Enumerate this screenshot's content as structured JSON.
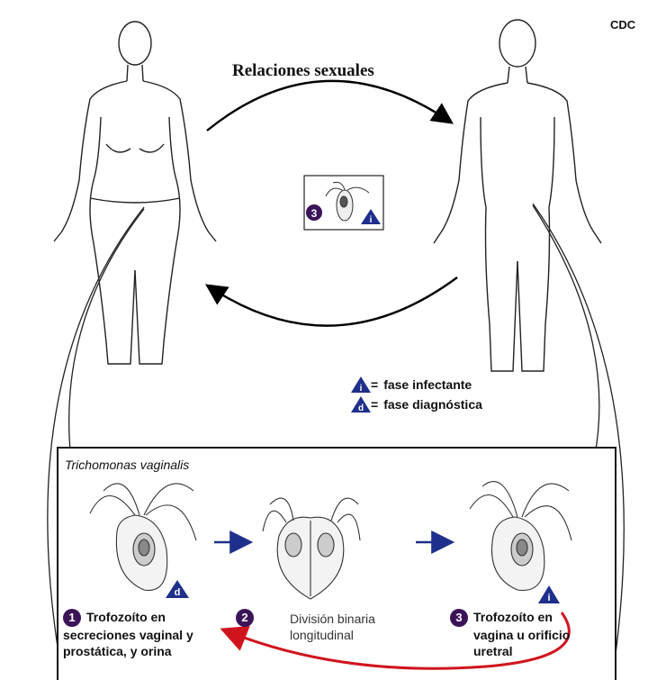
{
  "source_label": "CDC",
  "transmission_label": "Relaciones sexuales",
  "legend": {
    "infective": {
      "symbol": "i",
      "text": "fase infectante"
    },
    "diagnostic": {
      "symbol": "d",
      "text": "fase diagnóstica"
    }
  },
  "center_box": {
    "step_number": "3",
    "symbol": "i"
  },
  "panel": {
    "title": "Trichomonas vaginalis",
    "steps": [
      {
        "number": "1",
        "line1": "Trofozoíto en",
        "line2": "secreciones vaginal y",
        "line3": "prostática, y orina",
        "symbol": "d"
      },
      {
        "number": "2",
        "line1": "División binaria",
        "line2": "longitudinal"
      },
      {
        "number": "3",
        "line1": "Trofozoíto en",
        "line2": "vagina u orificio",
        "line3": "uretral",
        "symbol": "i"
      }
    ]
  },
  "colors": {
    "arrow_blue": "#1f2f8c",
    "arrow_red": "#d0141e",
    "badge_blue": "#1f2f8c",
    "number_purple": "#3b1458"
  }
}
